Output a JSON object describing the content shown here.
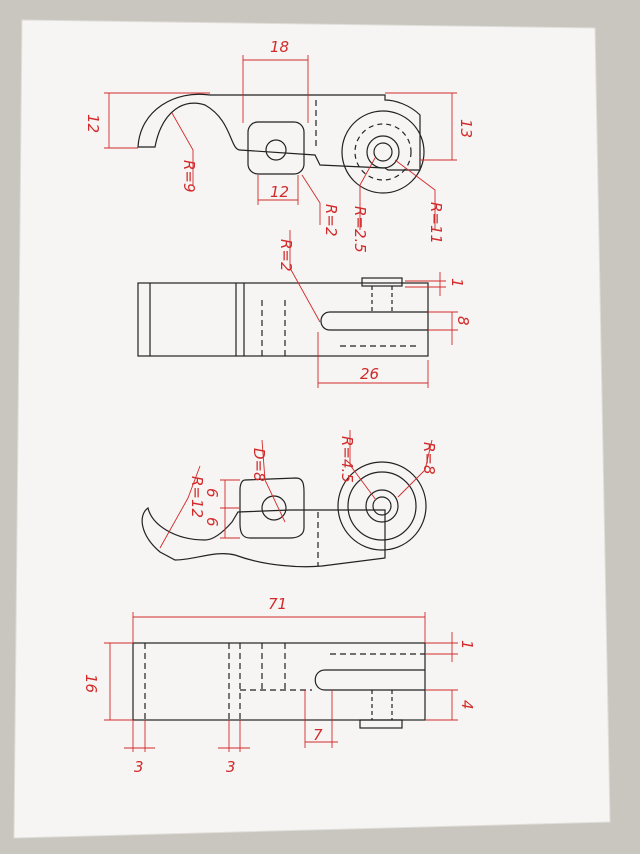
{
  "colors": {
    "paper": "#f6f5f3",
    "background": "#c9c6c0",
    "ink": "#222222",
    "dimension": "#d22a2a"
  },
  "views": {
    "top_view_1": {
      "dims": {
        "d18": "18",
        "d12_left": "12",
        "d13": "13",
        "r9": "R=9",
        "d12_bottom": "12",
        "r2": "R=2",
        "r25": "R=2.5",
        "r11": "R=11"
      }
    },
    "side_view_1": {
      "dims": {
        "r2": "R=2",
        "d1": "1",
        "d8": "8",
        "d26": "26"
      }
    },
    "top_view_2": {
      "dims": {
        "r12": "R=12",
        "d6a": "6",
        "d6b": "6",
        "d8": "D=8",
        "r45": "R=4.5",
        "r8": "R=8"
      }
    },
    "side_view_2": {
      "dims": {
        "d71": "71",
        "d16": "16",
        "d1": "1",
        "d4": "4",
        "d3a": "3",
        "d3b": "3",
        "d7": "7"
      }
    }
  }
}
